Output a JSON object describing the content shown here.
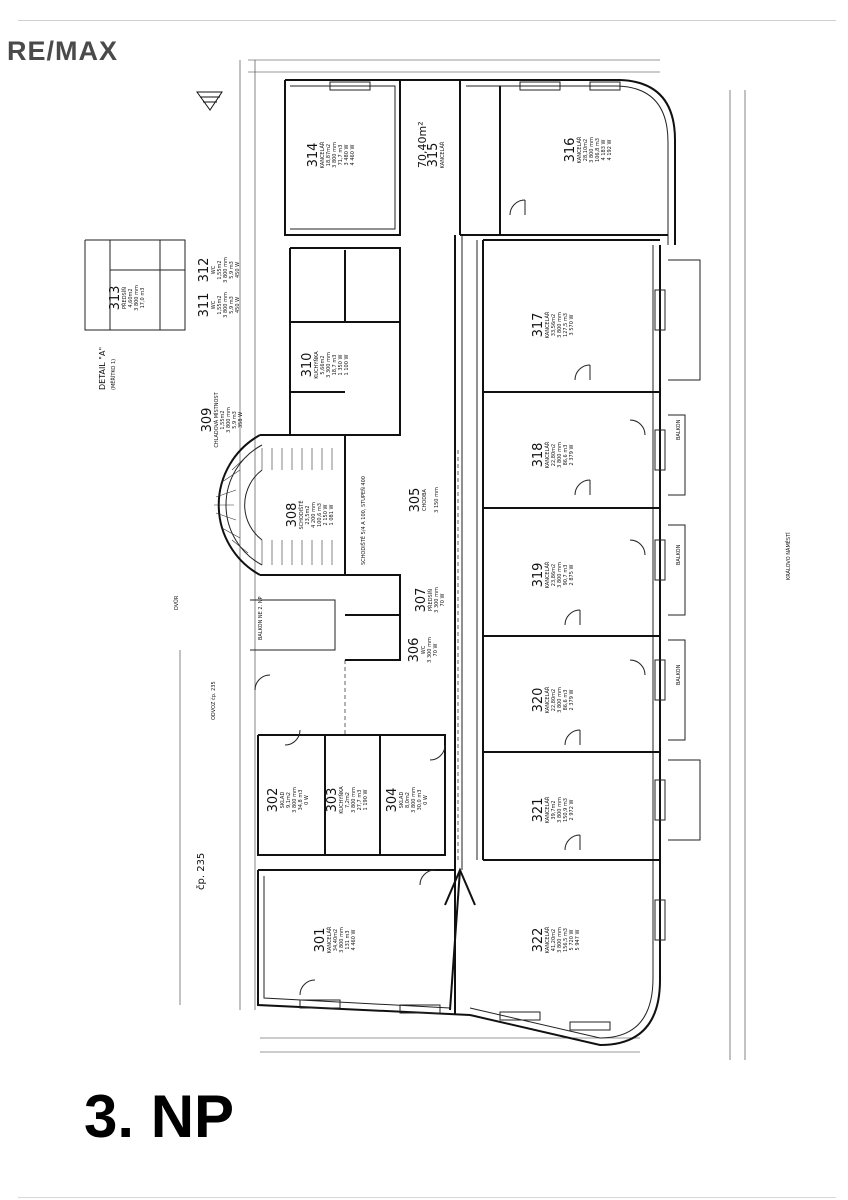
{
  "brand": {
    "logo": "RE/MAX"
  },
  "floor": {
    "label": "3. NP"
  },
  "plan": {
    "detail_label": "DETAIL \"A\"",
    "detail_sub": "(MĚŘÍTKO 1)",
    "street_label": "KRÁLOVO NÁMĚSTÍ",
    "building_label": "čp. 235",
    "annotations": {
      "area_315": "70,40m²",
      "balcony_2np": "BALKON NE 2. NP",
      "balkon": "BALKON",
      "stairs_note": "SCHODIŠTĚ 5/4 A 100, STUPEŇ 400",
      "dvur": "DVŮR",
      "odvoz": "ODVOZ čp. 235"
    },
    "rooms": [
      {
        "id": "301",
        "name": "KANCELÁŘ",
        "lines": [
          "34,40m2",
          "3 800 mm",
          "131 m3",
          "4 460 W"
        ]
      },
      {
        "id": "302",
        "name": "SKLAD",
        "lines": [
          "9,1m2",
          "3 800 mm",
          "34,8 m3",
          "0 W"
        ]
      },
      {
        "id": "303",
        "name": "KUCHYŇKA",
        "lines": [
          "7,2m2",
          "3 800 mm",
          "27,7 m3",
          "1 190 W"
        ]
      },
      {
        "id": "304",
        "name": "SKLAD",
        "lines": [
          "8,0m2",
          "3 800 mm",
          "30,0 m3",
          "0 W"
        ]
      },
      {
        "id": "305",
        "name": "CHODBA",
        "lines": [
          "",
          "3 150 mm",
          ""
        ]
      },
      {
        "id": "306",
        "name": "WC",
        "lines": [
          "3 300 mm",
          "70 W"
        ]
      },
      {
        "id": "307",
        "name": "PŘEDSÍŇ",
        "lines": [
          "3 300 mm",
          "70 W"
        ]
      },
      {
        "id": "308",
        "name": "SCHODIŠTĚ",
        "lines": [
          "23,5m2",
          "4 200 mm",
          "100,6 m3",
          "2 150 W",
          "1 081 W"
        ]
      },
      {
        "id": "309",
        "name": "CHLADOVÁ MÍSTNOST",
        "lines": [
          "1,55m2",
          "3 800 mm",
          "5,9 m3",
          "358 W"
        ]
      },
      {
        "id": "310",
        "name": "KUCHYŇKA",
        "lines": [
          "5,66m2",
          "3 300 mm",
          "18,7 m3",
          "1 350 W",
          "1 100 W"
        ]
      },
      {
        "id": "311",
        "name": "WC",
        "lines": [
          "1,55m2",
          "3 800 mm",
          "5,9 m3",
          "450 W"
        ]
      },
      {
        "id": "312",
        "name": "WC",
        "lines": [
          "1,55m2",
          "3 800 mm",
          "5,9 m3",
          "450 W"
        ]
      },
      {
        "id": "313",
        "name": "PŘEDSÍŇ",
        "lines": [
          "4,60m2",
          "3 800 mm",
          "17,0 m3"
        ]
      },
      {
        "id": "314",
        "name": "KANCELÁŘ",
        "lines": [
          "18,87m2",
          "3 800 mm",
          "71,7 m3",
          "3 480 W",
          "4 460 W"
        ]
      },
      {
        "id": "315",
        "name": "KANCELÁŘ",
        "lines": []
      },
      {
        "id": "316",
        "name": "KANCELÁŘ",
        "lines": [
          "28,10m2",
          "3 800 mm",
          "106,8 m3",
          "4 183 W",
          "4 192 W"
        ]
      },
      {
        "id": "317",
        "name": "KANCELÁŘ",
        "lines": [
          "33,56m2",
          "3 800 mm",
          "127,5 m3",
          "3 570 W"
        ]
      },
      {
        "id": "318",
        "name": "KANCELÁŘ",
        "lines": [
          "22,80m2",
          "3 800 mm",
          "86,6 m3",
          "2 379 W"
        ]
      },
      {
        "id": "319",
        "name": "KANCELÁŘ",
        "lines": [
          "23,86m2",
          "3 800 mm",
          "90,7 m3",
          "2 875 W"
        ]
      },
      {
        "id": "320",
        "name": "KANCELÁŘ",
        "lines": [
          "22,80m2",
          "3 800 mm",
          "86,6 m3",
          "2 379 W"
        ]
      },
      {
        "id": "321",
        "name": "KANCELÁŘ",
        "lines": [
          "39,7m2",
          "3 800 mm",
          "150,9 m3",
          "2 972 W"
        ]
      },
      {
        "id": "322",
        "name": "KANCELÁŘ",
        "lines": [
          "41,20m2",
          "3 800 mm",
          "156,5 m3",
          "5 720 W",
          "5 947 W"
        ]
      }
    ]
  }
}
